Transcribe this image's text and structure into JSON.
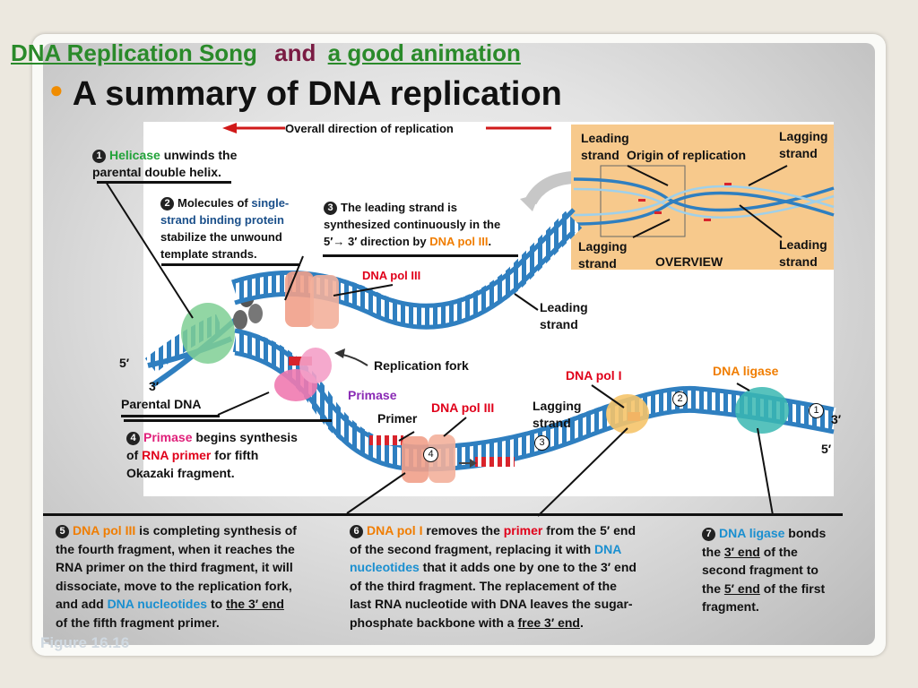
{
  "header": {
    "link1": "DNA Replication Song",
    "and": "and",
    "link2": "a good animation"
  },
  "title": "A summary of DNA replication",
  "direction_label": "Overall direction of replication",
  "overview": {
    "leading_top_1": "Leading",
    "leading_top_2": "strand",
    "origin": "Origin of replication",
    "lagging_top_1": "Lagging",
    "lagging_top_2": "strand",
    "lagging_bottom_1": "Lagging",
    "lagging_bottom_2": "strand",
    "overview": "OVERVIEW",
    "leading_bottom_1": "Leading",
    "leading_bottom_2": "strand"
  },
  "steps": {
    "s1": {
      "num": "1",
      "a": "Helicase",
      "b": " unwinds the",
      "c": "parental double helix."
    },
    "s2": {
      "num": "2",
      "a": "Molecules of ",
      "b": "single-",
      "c": "strand binding protein",
      "d": "stabilize the unwound",
      "e": "template strands."
    },
    "s3": {
      "num": "3",
      "a": "The leading strand is",
      "b": "synthesized continuously in the",
      "c": "5′→ 3′",
      "d": " direction by ",
      "e": "DNA pol III",
      "f": "."
    },
    "s4": {
      "num": "4",
      "a": "Primase",
      "b": " begins synthesis",
      "c": "of ",
      "d": "RNA primer",
      "e": " for fifth",
      "f": "Okazaki fragment."
    }
  },
  "labels": {
    "dna_pol_iii_top": "DNA pol III",
    "leading_strand_1": "Leading",
    "leading_strand_2": "strand",
    "five_prime_left": "5′",
    "three_prime_left": "3′",
    "parental_dna": "Parental DNA",
    "replication_fork": "Replication fork",
    "primase": "Primase",
    "primer": "Primer",
    "dna_pol_iii_bottom": "DNA pol III",
    "dna_pol_i": "DNA pol I",
    "lagging_strand_1": "Lagging",
    "lagging_strand_2": "strand",
    "dna_ligase": "DNA ligase",
    "three_prime_right": "3′",
    "five_prime_right": "5′",
    "circle1": "1",
    "circle2": "2",
    "circle3": "3",
    "circle4": "4"
  },
  "captions": {
    "c5": {
      "num": "5",
      "a": "DNA pol III",
      "b": " is completing synthesis of",
      "l2": "the fourth fragment, when it reaches the",
      "l3": "RNA primer on the third fragment, it will",
      "l4": "dissociate, move to the replication fork,",
      "l5a": "and add ",
      "l5b": "DNA nucleotides",
      "l5c": " to ",
      "l5d": "the 3′ end",
      "l6": "of the fifth fragment primer."
    },
    "c6": {
      "num": "6",
      "a": "DNA pol I",
      "b": " removes the ",
      "c": "primer",
      "d": " from the 5′ end",
      "l2a": "of the second fragment, replacing it with ",
      "l2b": "DNA",
      "l3a": "nucleotides",
      "l3b": " that it adds one by one to the 3′ end",
      "l4": "of the third fragment. The replacement of the",
      "l5": "last RNA nucleotide with DNA leaves the sugar-",
      "l6a": "phosphate backbone with a ",
      "l6b": "free 3′ end",
      "l6c": "."
    },
    "c7": {
      "num": "7",
      "a": "DNA ligase",
      "b": " bonds",
      "l2a": "the ",
      "l2b": "3′ end",
      "l2c": " of the",
      "l3": "second fragment to",
      "l4a": "the ",
      "l4b": "5′ end",
      "l4c": " of the first",
      "l5": "fragment."
    }
  },
  "figure_label": "Figure 16.16",
  "colors": {
    "link_green": "#2a8a2a",
    "and_maroon": "#7a1b43",
    "bullet_orange": "#f08c00",
    "dna_blue": "#2f7fc0",
    "rna_red": "#d8242c",
    "overview_bg": "#f7c98c"
  }
}
